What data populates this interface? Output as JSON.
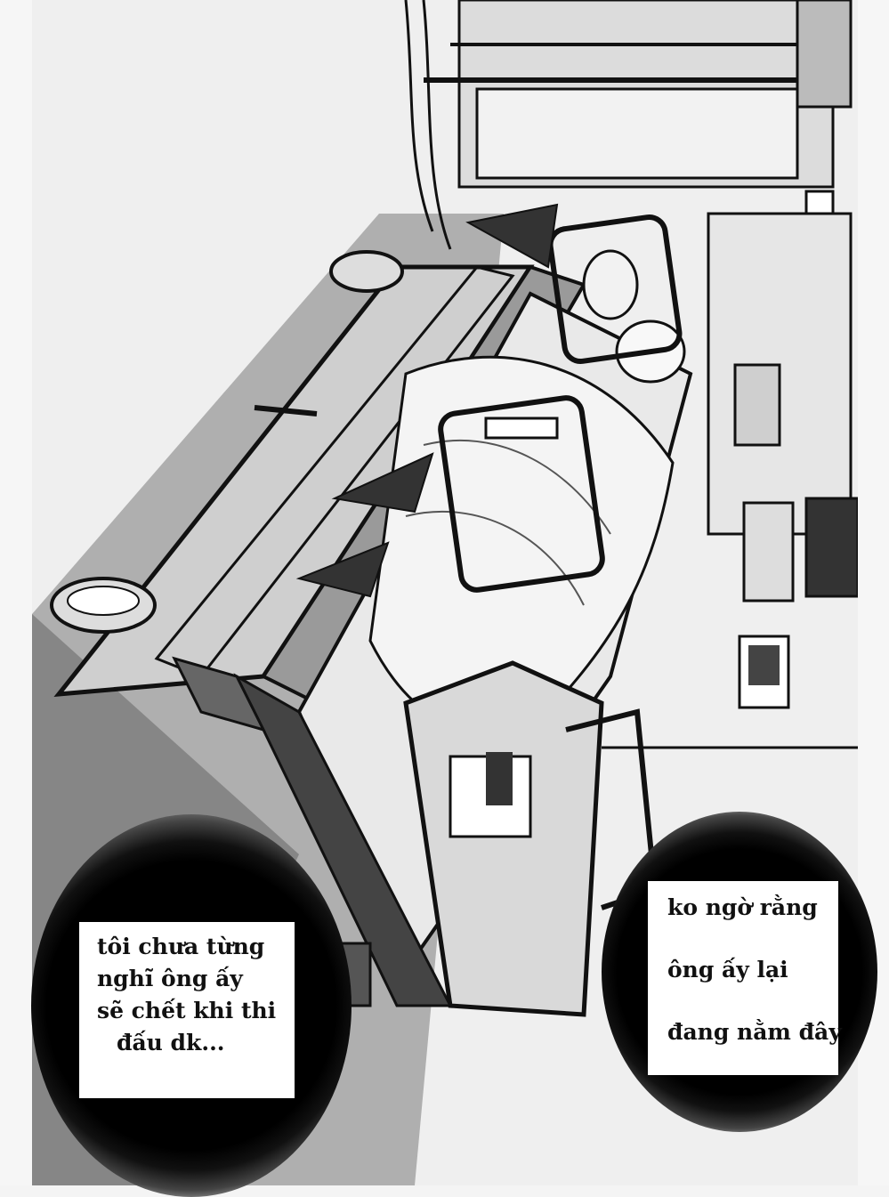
{
  "captions": {
    "left": {
      "line1": "tôi chưa từng",
      "line2": "nghĩ ông ấy",
      "line3": "sẽ chết khi thi",
      "line4": "đấu dk..."
    },
    "right": {
      "line1": "ko ngờ rằng",
      "line2": "ông ấy lại",
      "line3": "đang nằm đây"
    }
  },
  "colors": {
    "ink": "#111111",
    "paper": "#efefef",
    "floor_tone": "#6e6e6e"
  }
}
